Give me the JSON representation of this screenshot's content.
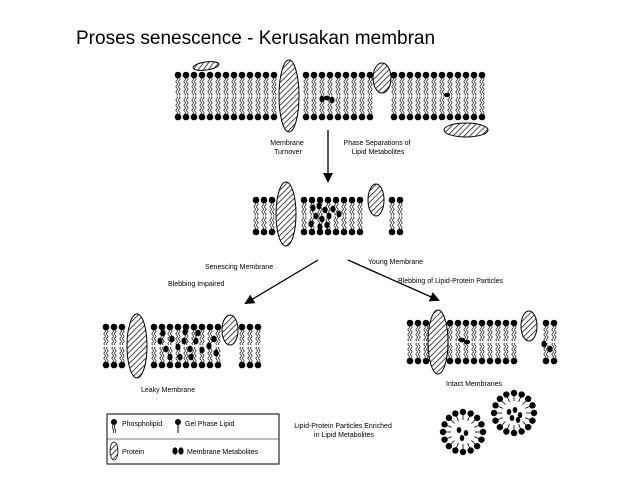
{
  "title": "Proses senescence - Kerusakan membran",
  "labels": {
    "membrane_turnover": [
      "Membrane",
      "Turnover"
    ],
    "phase_separations": [
      "Phase Separations of",
      "Lipid Metabolites"
    ],
    "senescing_membrane": "Senescing Membrane",
    "blebbing_impaired": "Blebbing Impaired",
    "young_membrane": "Young Membrane",
    "blebbing_particles": "Blebbing of Lipid-Protein Particles",
    "leaky_membrane": "Leaky Membrane",
    "intact_membranes": "Intact Membranes",
    "particles_enriched": [
      "Lipid-Protein Particles Enriched",
      "in Lipid Metabolites"
    ]
  },
  "legend": {
    "phospholipid": "Phospholipid",
    "gel_phase_lipid": "Gel Phase Lipid",
    "protein": "Protein",
    "membrane_metabolites": "Membrane Metabolites"
  }
}
